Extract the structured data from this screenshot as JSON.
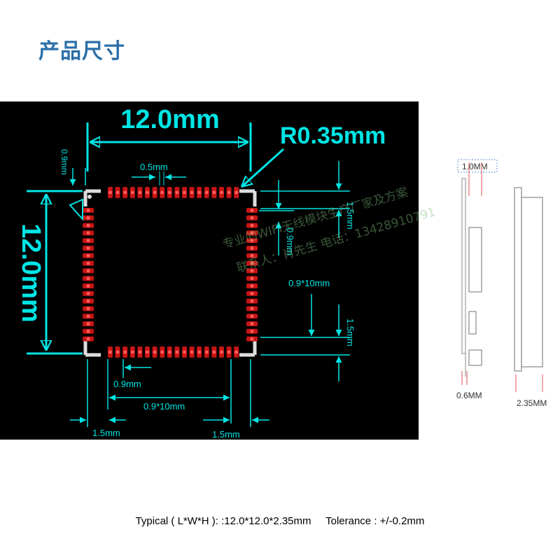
{
  "page_title": "产品尺寸",
  "drawing": {
    "width_label": "12.0mm",
    "height_label": "12.0mm",
    "radius_label": "R0.35mm",
    "pad_pitch_top": "0.5mm",
    "edge_top_left": "0.9mm",
    "right_top_15": "1.5mm",
    "right_mid_09": "0.9mm",
    "right_span": "0.9*10mm",
    "right_bottom_15": "1.5mm",
    "bottom_pitch": "0.9mm",
    "bottom_span": "0.9*10mm",
    "bottom_left_15": "1.5mm",
    "bottom_right_15": "1.5mm"
  },
  "watermark": {
    "line1": "专业的WIFI无线模块生产厂家及方案",
    "line2": "联系人：肖先生  电话：13428910791"
  },
  "side_view": {
    "top_label": "1.0MM",
    "left_label": "0.6MM",
    "right_label": "2.35MM"
  },
  "spec": {
    "typical": "Typical ( L*W*H ): :12.0*12.0*2.35mm",
    "tolerance": "Tolerance : +/-0.2mm"
  },
  "colors": {
    "dimension": "#00e5e5",
    "pad": "#c81414",
    "title": "#2b6fa8"
  }
}
